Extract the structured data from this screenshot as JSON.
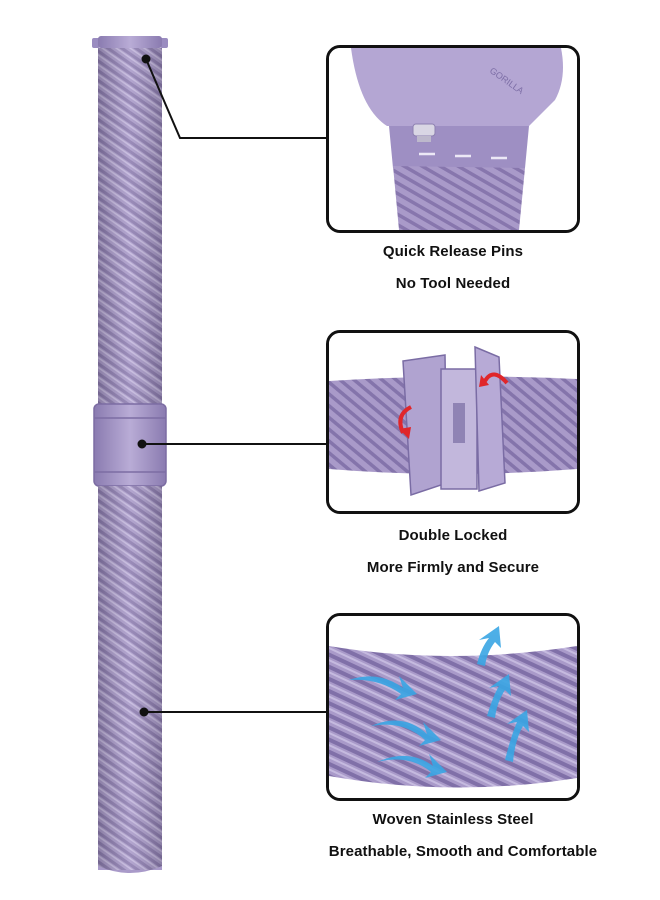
{
  "features": [
    {
      "line1": "Quick Release Pins",
      "line2": "No Tool Needed"
    },
    {
      "line1": "Double Locked",
      "line2": "More Firmly and Secure"
    },
    {
      "line1": "Woven Stainless Steel",
      "line2": "Breathable, Smooth and Comfortable"
    }
  ],
  "colors": {
    "band": "#a99ac9",
    "band_dark": "#8c7caf",
    "band_light": "#c4b8de",
    "arrow_red": "#e0262a",
    "arrow_blue": "#3aa6e4",
    "outline": "#111111"
  },
  "watch_back_text": "GORILLA"
}
